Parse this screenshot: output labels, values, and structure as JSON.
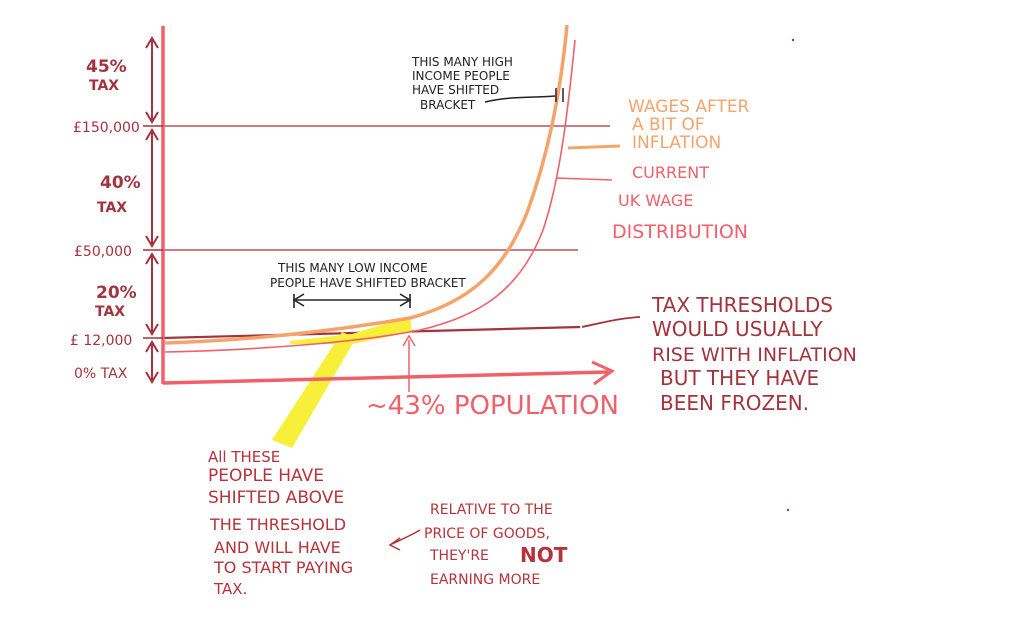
{
  "colors": {
    "axis": "#f0606b",
    "dark_red": "#a3333f",
    "threshold_line": "#b7545d",
    "current_curve": "#f0606b",
    "inflation_curve": "#f5a36a",
    "highlight": "#f7ef3a",
    "annotation_black": "#222222"
  },
  "axis_labels": {
    "tax_45": [
      "45%",
      "TAX"
    ],
    "tick_150k": "£150,000",
    "tax_40": [
      "40%",
      "TAX"
    ],
    "tick_50k": "£50,000",
    "tax_20": [
      "20%",
      "TAX"
    ],
    "tick_12k": "£ 12,000",
    "tax_0": "0% TAX",
    "x_axis": "~43% POPULATION"
  },
  "annotations": {
    "high_income": [
      "THIS MANY HIGH",
      "INCOME PEOPLE",
      "HAVE SHIFTED",
      "BRACKET"
    ],
    "low_income": [
      "THIS MANY LOW INCOME",
      "PEOPLE HAVE SHIFTED BRACKET"
    ],
    "inflation_curve_label": [
      "WAGES AFTER",
      "A BIT OF",
      "INFLATION"
    ],
    "current_curve_label": [
      "CURRENT",
      "UK WAGE",
      "DISTRIBUTION"
    ],
    "thresholds_note": [
      "TAX THRESHOLDS",
      "WOULD USUALLY",
      "RISE WITH INFLATION",
      "BUT THEY HAVE",
      "BEEN FROZEN."
    ],
    "shifted_people": [
      "All THESE",
      "PEOPLE HAVE",
      "SHIFTED ABOVE",
      "THE THRESHOLD",
      "AND WILL HAVE",
      "TO START PAYING",
      "TAX."
    ],
    "relative_prices": {
      "line1": "RELATIVE TO THE",
      "line2": "PRICE OF GOODS,",
      "line3_prefix": "THEY'RE",
      "line3_emphasis": "NOT",
      "line4": "EARNING MORE"
    }
  }
}
